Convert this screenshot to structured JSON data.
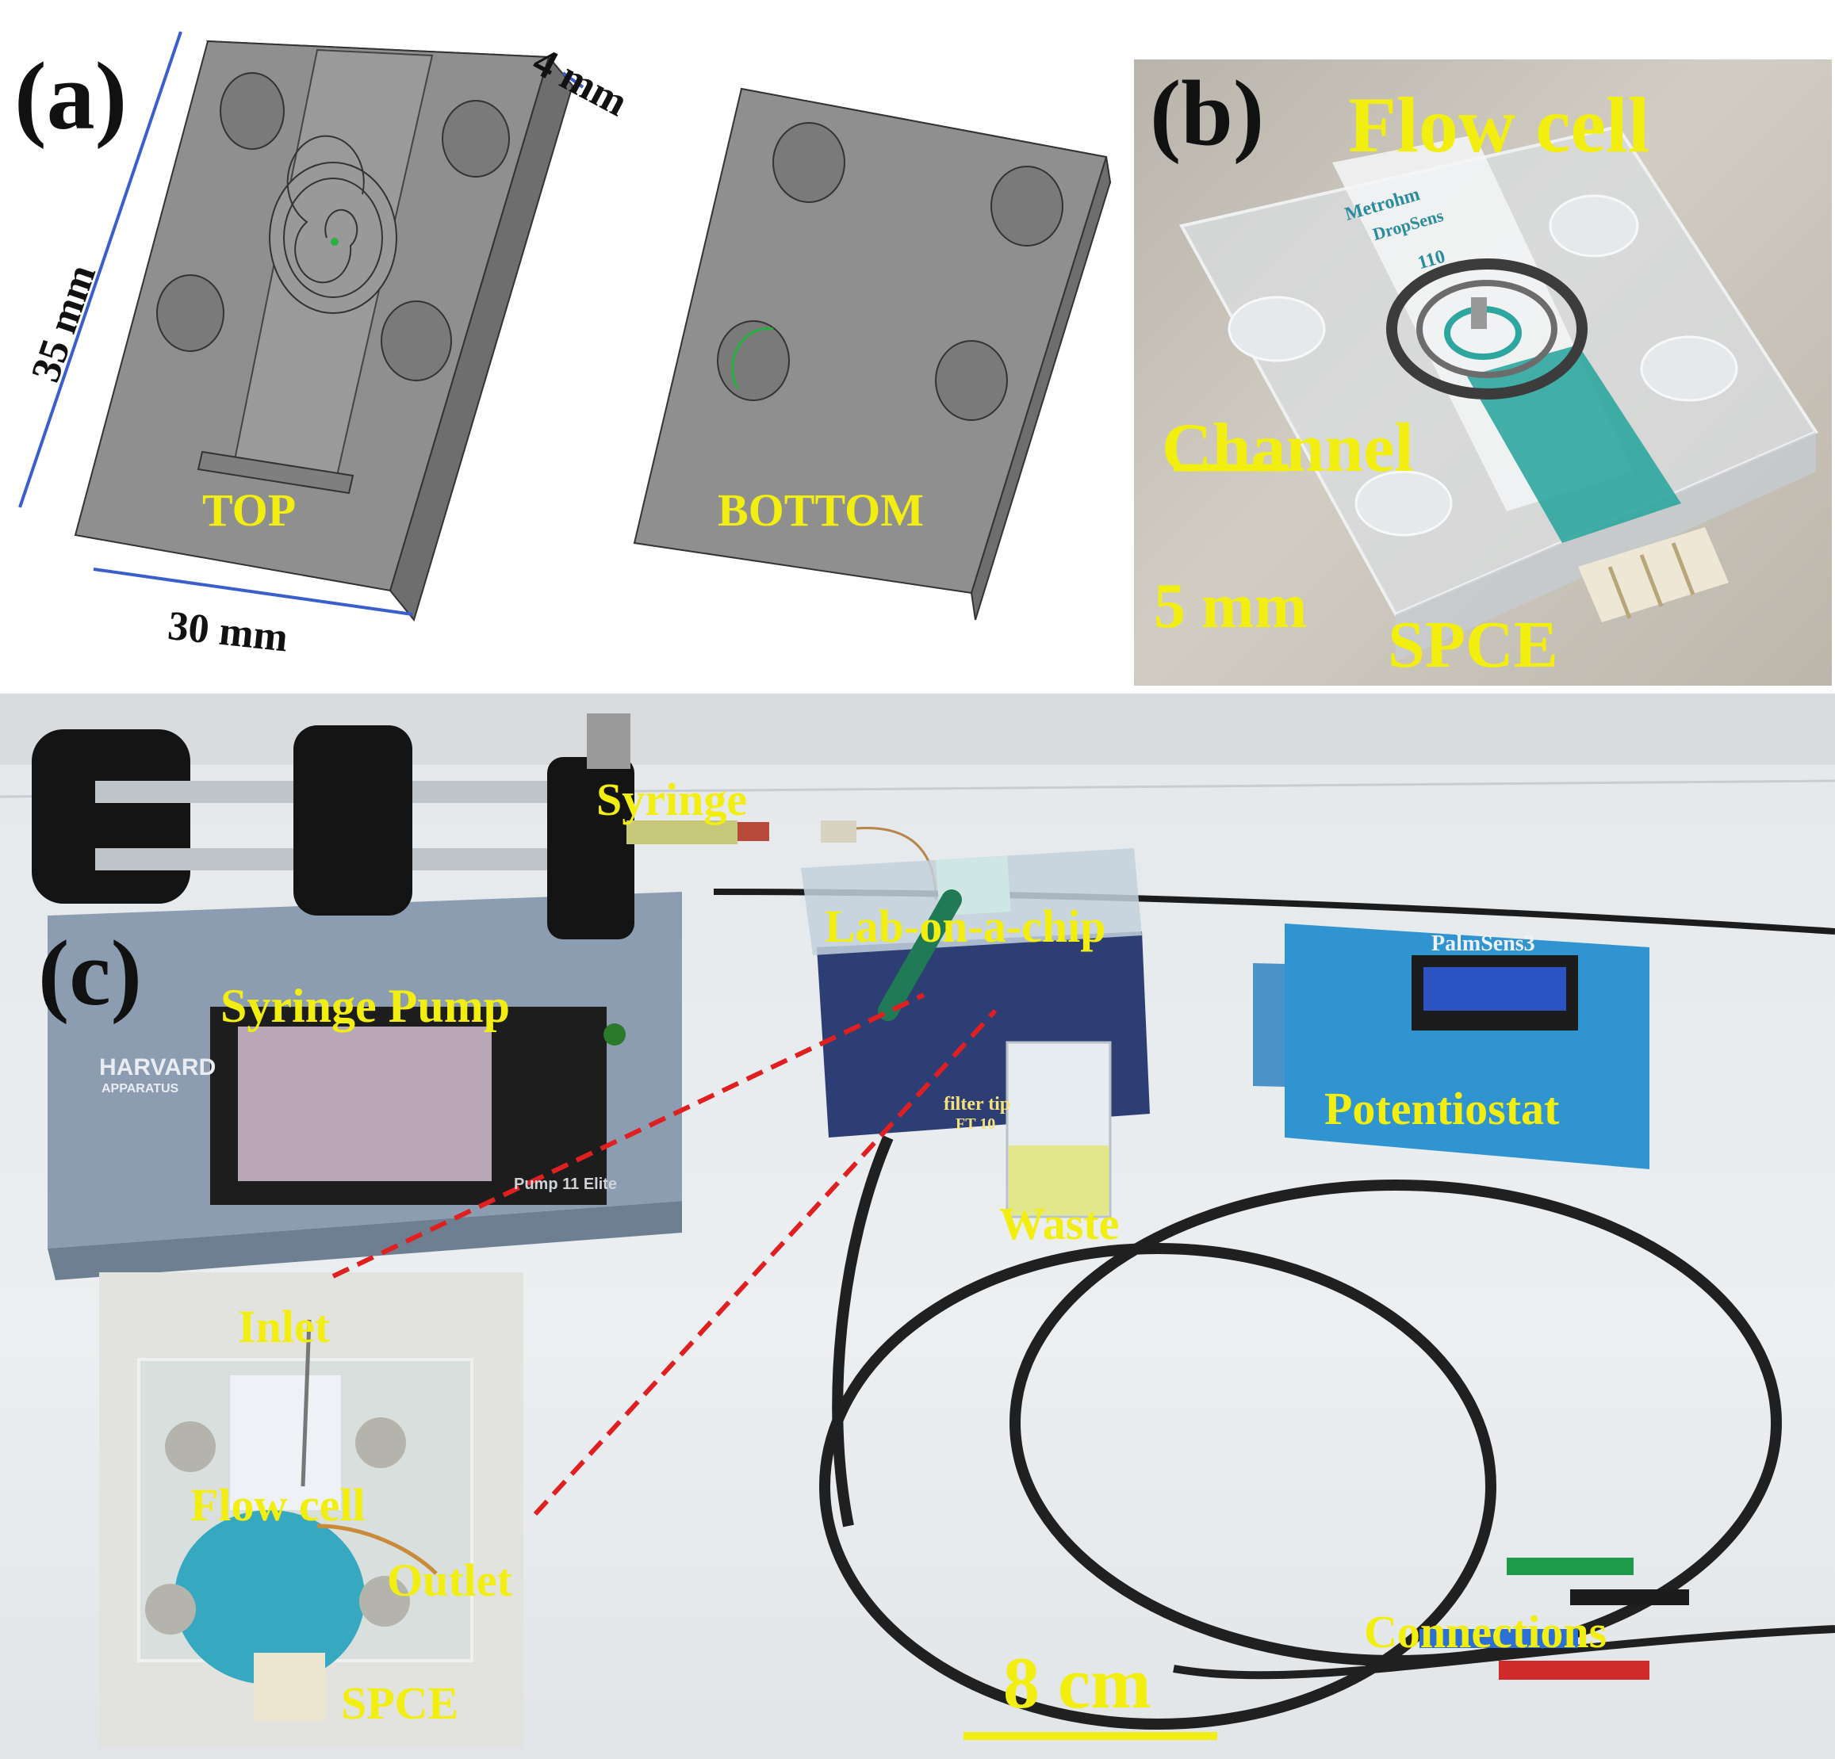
{
  "colors": {
    "label_yellow": "#f2ee10",
    "dimension_blue": "#3a5fcd",
    "callout_red": "#e02020",
    "block_grey": "#8e8e8e",
    "table_white": "#e9ecef"
  },
  "panel_a": {
    "tag": "(a)",
    "dim_height": "35 mm",
    "dim_width": "30 mm",
    "dim_thickness": "4 mm",
    "top_label": "TOP",
    "bottom_label": "BOTTOM"
  },
  "panel_b": {
    "tag": "(b)",
    "title": "Flow cell",
    "channel_label": "Channel",
    "scale_bar": "5 mm",
    "electrode_label": "SPCE",
    "chip_brand_line1": "Metrohm",
    "chip_brand_line2": "DropSens",
    "chip_model": "110"
  },
  "panel_c": {
    "tag": "(c)",
    "syringe_label": "Syringe",
    "pump_label": "Syringe Pump",
    "pump_brand_line1": "HARVARD",
    "pump_brand_line2": "APPARATUS",
    "pump_model": "Pump 11 Elite",
    "chip_label": "Lab-on-a-chip",
    "box_text_line1": "filter tip",
    "box_text_line2": "FT 10",
    "waste_label": "Waste",
    "potentiostat_label": "Potentiostat",
    "potentiostat_brand": "PalmSens3",
    "connections_label": "Connections",
    "scale_bar": "8 cm",
    "inset": {
      "inlet_label": "Inlet",
      "flowcell_label": "Flow cell",
      "outlet_label": "Outlet",
      "electrode_label": "SPCE"
    }
  }
}
